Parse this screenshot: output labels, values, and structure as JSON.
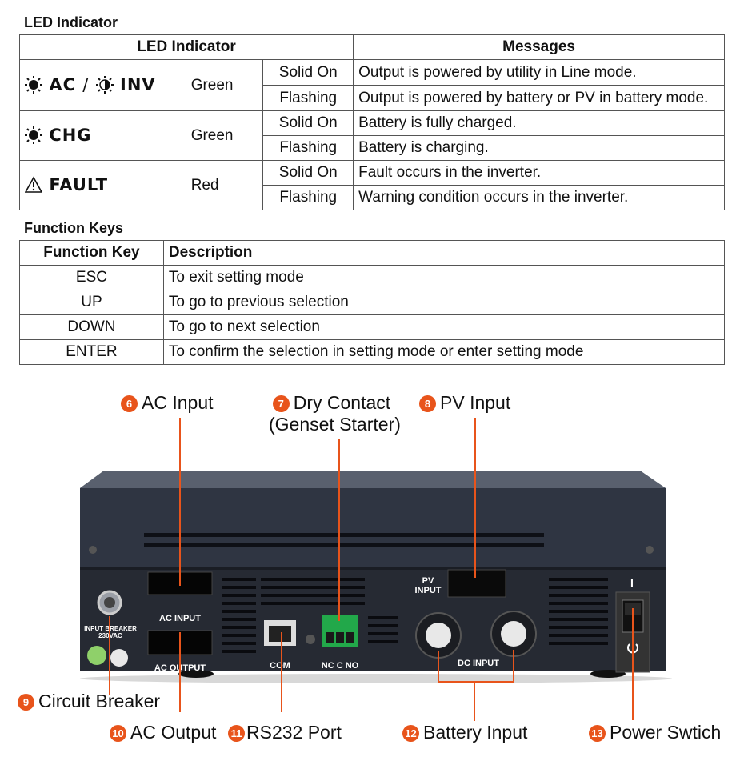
{
  "led_section": {
    "title": "LED Indicator",
    "header_led": "LED Indicator",
    "header_messages": "Messages",
    "rows": [
      {
        "label": "AC / INV",
        "label_a": "AC",
        "sep": "/",
        "label_b": "INV",
        "color": "Green",
        "states": [
          {
            "state": "Solid On",
            "message": "Output is powered by utility in Line mode."
          },
          {
            "state": "Flashing",
            "message": "Output is powered by battery or PV in battery mode."
          }
        ]
      },
      {
        "label": "CHG",
        "color": "Green",
        "states": [
          {
            "state": "Solid On",
            "message": "Battery is fully charged."
          },
          {
            "state": "Flashing",
            "message": "Battery is charging."
          }
        ]
      },
      {
        "label": "FAULT",
        "color": "Red",
        "states": [
          {
            "state": "Solid On",
            "message": "Fault occurs in the inverter."
          },
          {
            "state": "Flashing",
            "message": "Warning condition occurs in the inverter."
          }
        ]
      }
    ]
  },
  "function_section": {
    "title": "Function Keys",
    "header_key": "Function Key",
    "header_desc": "Description",
    "rows": [
      {
        "key": "ESC",
        "desc": "To exit setting mode"
      },
      {
        "key": "UP",
        "desc": "To go to previous selection"
      },
      {
        "key": "DOWN",
        "desc": "To go to next selection"
      },
      {
        "key": "ENTER",
        "desc": "To confirm the selection in setting mode or enter setting mode"
      }
    ]
  },
  "callouts": [
    {
      "num": "6",
      "label": "AC Input"
    },
    {
      "num": "7",
      "label": "Dry Contact",
      "label2": "(Genset Starter)"
    },
    {
      "num": "8",
      "label": "PV Input"
    },
    {
      "num": "9",
      "label": "Circuit Breaker"
    },
    {
      "num": "10",
      "label": "AC Output"
    },
    {
      "num": "11",
      "label": "RS232 Port"
    },
    {
      "num": "12",
      "label": "Battery Input"
    },
    {
      "num": "13",
      "label": "Power Swtich"
    }
  ],
  "device_labels": {
    "ac_input": "AC  INPUT",
    "ac_output": "AC  OUTPUT",
    "breaker": "INPUT BREAKER",
    "breaker_rating": "230VAC",
    "com": "COM",
    "nc_c_no": "NC C NO",
    "pv_input": "PV",
    "pv_input2": "INPUT",
    "dc_input": "DC  INPUT",
    "switch_on": "I"
  },
  "colors": {
    "accent": "#e8541b",
    "device_body": "#2a2f3a",
    "terminal_green": "#22a84a"
  }
}
